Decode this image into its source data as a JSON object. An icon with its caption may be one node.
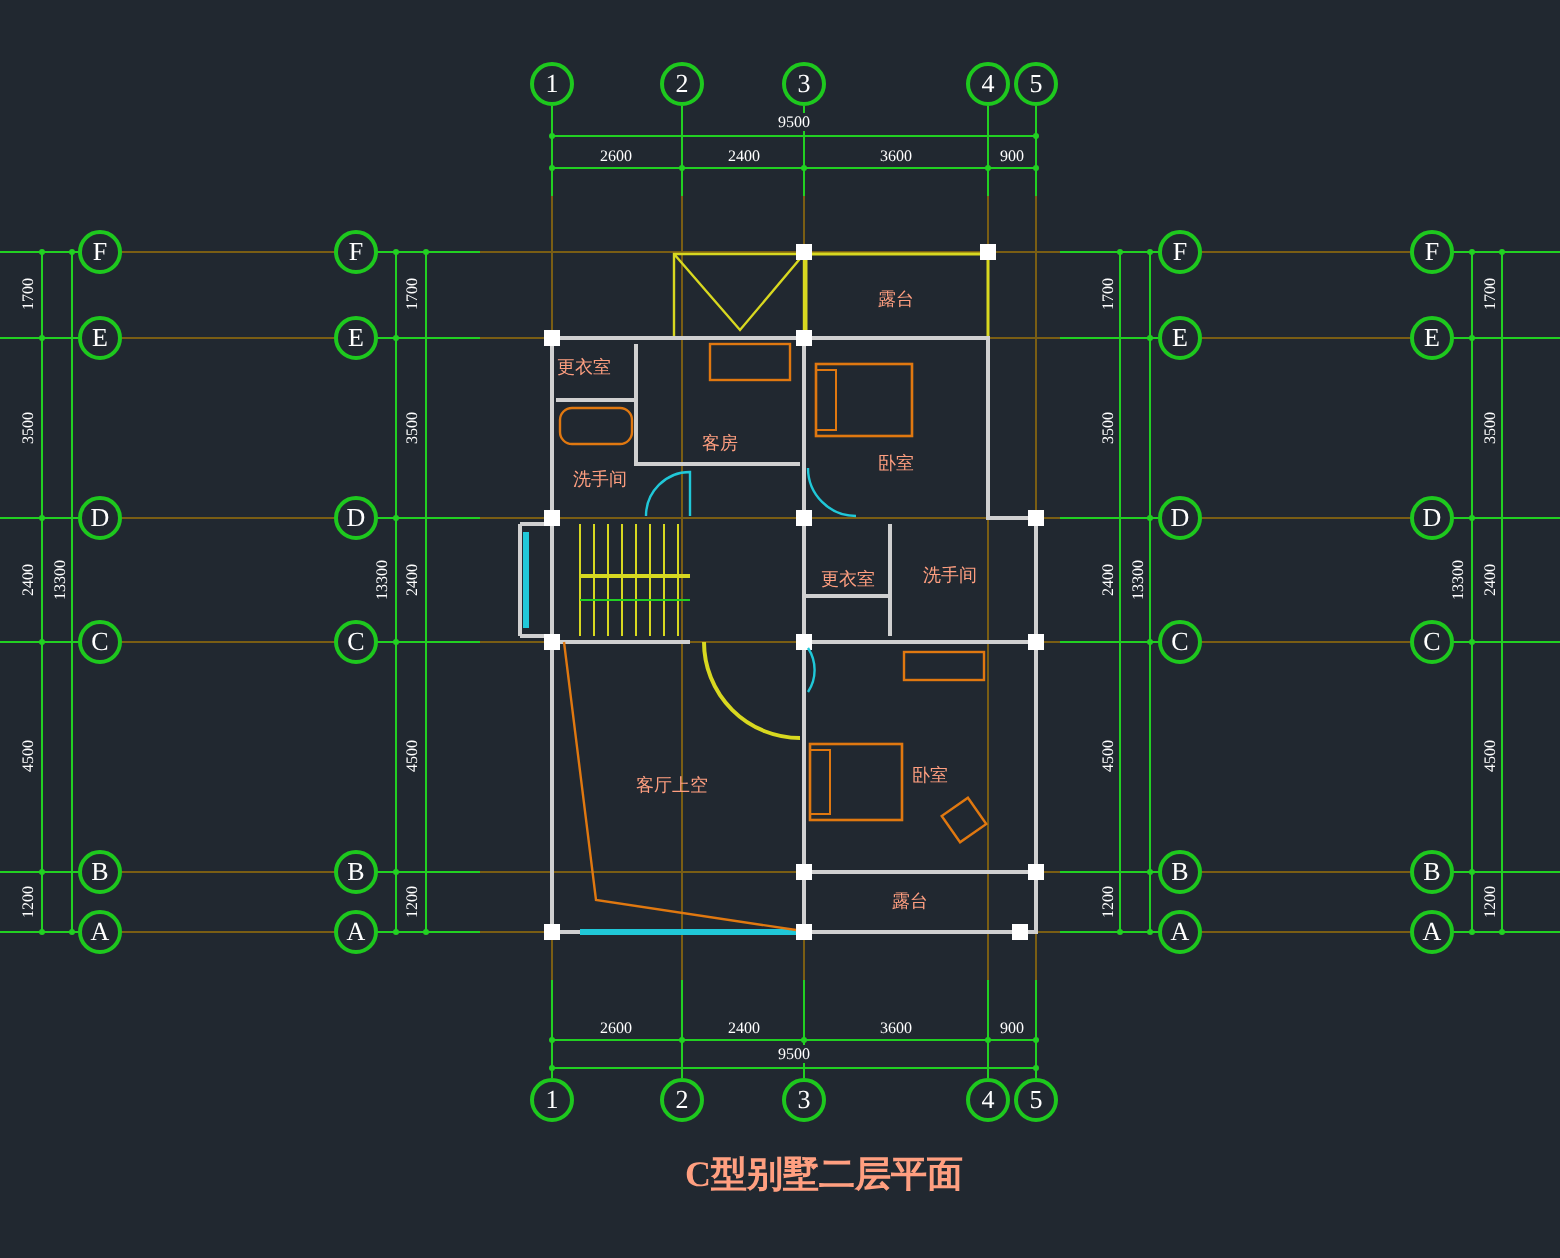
{
  "diagram": {
    "caption": "C型别墅二层平面",
    "nodes": [
      {
        "text": [
          "1"
        ]
      },
      {
        "text": [
          "2"
        ]
      },
      {
        "text": [
          "3"
        ]
      },
      {
        "text": [
          "4"
        ]
      },
      {
        "text": [
          "5"
        ]
      },
      {
        "text": [
          "F"
        ]
      },
      {
        "text": [
          "E"
        ]
      },
      {
        "text": [
          "D"
        ]
      },
      {
        "text": [
          "C"
        ]
      },
      {
        "text": [
          "B"
        ]
      },
      {
        "text": [
          "A"
        ]
      },
      {
        "text": [
          "F"
        ]
      },
      {
        "text": [
          "E"
        ]
      },
      {
        "text": [
          "D"
        ]
      },
      {
        "text": [
          "C"
        ]
      },
      {
        "text": [
          "B"
        ]
      },
      {
        "text": [
          "A"
        ]
      },
      {
        "text": [
          "露台"
        ]
      },
      {
        "text": [
          "更衣室"
        ]
      },
      {
        "text": [
          "客房"
        ]
      },
      {
        "text": [
          "卧室"
        ]
      },
      {
        "text": [
          "洗手间"
        ]
      },
      {
        "text": [
          "更衣室"
        ]
      },
      {
        "text": [
          "洗手间"
        ]
      },
      {
        "text": [
          "客厅上空"
        ]
      },
      {
        "text": [
          "卧室"
        ]
      },
      {
        "text": [
          "露台"
        ]
      },
      {
        "text": [
          "F"
        ]
      },
      {
        "text": [
          "E"
        ]
      },
      {
        "text": [
          "D"
        ]
      },
      {
        "text": [
          "C"
        ]
      },
      {
        "text": [
          "B"
        ]
      },
      {
        "text": [
          "A"
        ]
      },
      {
        "text": [
          "F"
        ]
      },
      {
        "text": [
          "E"
        ]
      },
      {
        "text": [
          "D"
        ]
      },
      {
        "text": [
          "C"
        ]
      },
      {
        "text": [
          "B"
        ]
      },
      {
        "text": [
          "A"
        ]
      },
      {
        "text": [
          "1"
        ]
      },
      {
        "text": [
          "2"
        ]
      },
      {
        "text": [
          "3"
        ]
      },
      {
        "text": [
          "4"
        ]
      },
      {
        "text": [
          "5"
        ]
      }
    ],
    "labels": [
      "9500",
      "2600",
      "2400",
      "3600",
      "900",
      "1700",
      "3500",
      "2400",
      "13300",
      "4500",
      "1200",
      "1700",
      "3500",
      "13300",
      "2400",
      "4500",
      "1200",
      "1700",
      "3500",
      "2400",
      "13300",
      "4500",
      "1200",
      "1700",
      "3500",
      "13300",
      "2400",
      "4500",
      "1200",
      "2600",
      "2400",
      "3600",
      "900",
      "9500"
    ]
  }
}
